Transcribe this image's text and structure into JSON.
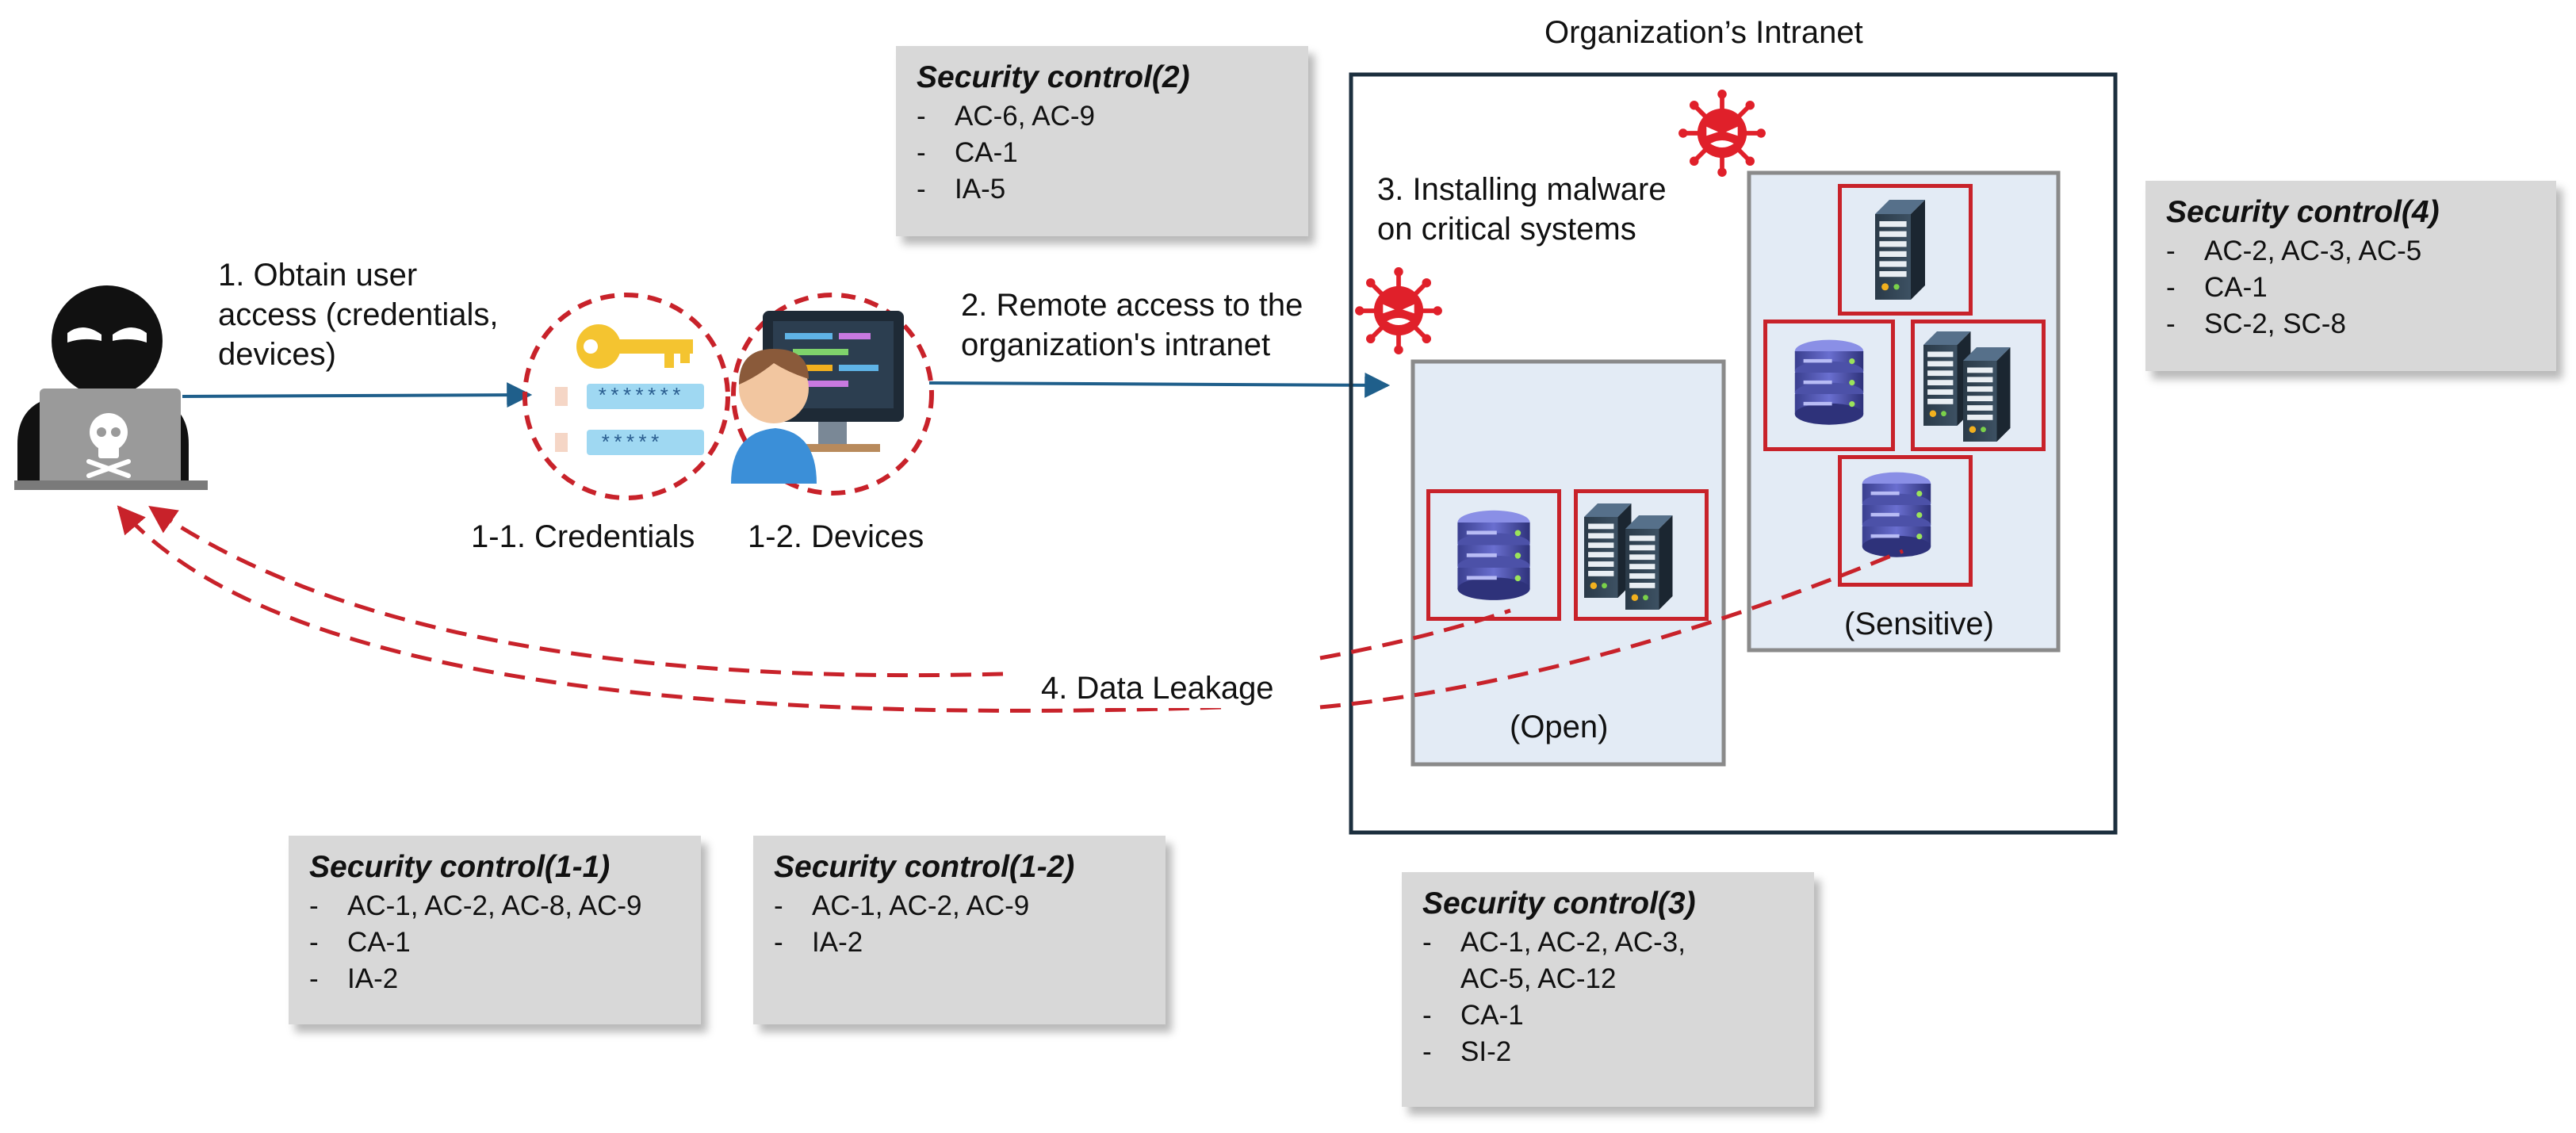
{
  "attacker": {
    "icon": "hacker-laptop-icon"
  },
  "steps": {
    "step1": "1. Obtain user\naccess (credentials,\ndevices)",
    "step1_1": "1-1. Credentials",
    "step1_2": "1-2. Devices",
    "step2": "2. Remote access to the\norganization's intranet",
    "step3": "3. Installing malware\non critical systems",
    "step4": "4. Data Leakage"
  },
  "intranet": {
    "title": "Organization’s Intranet",
    "open_label": "(Open)",
    "sensitive_label": "(Sensitive)"
  },
  "security_controls": {
    "sc2": {
      "title": "Security control(2)",
      "items": [
        "AC-6, AC-9",
        "CA-1",
        "IA-5"
      ]
    },
    "sc4": {
      "title": "Security control(4)",
      "items": [
        "AC-2, AC-3, AC-5",
        "CA-1",
        "SC-2, SC-8"
      ]
    },
    "sc1_1": {
      "title": "Security control(1-1)",
      "items": [
        "AC-1, AC-2, AC-8, AC-9",
        "CA-1",
        "IA-2"
      ]
    },
    "sc1_2": {
      "title": "Security control(1-2)",
      "items": [
        "AC-1, AC-2, AC-9",
        "IA-2"
      ]
    },
    "sc3": {
      "title": "Security control(3)",
      "items": [
        "AC-1, AC-2, AC-3,\nAC-5, AC-12",
        "CA-1",
        "SI-2"
      ]
    }
  },
  "colors": {
    "arrow_blue": "#1f5f8b",
    "leak_red": "#c8222a",
    "zone_fill": "#e3ebf5",
    "zone_border": "#8a8a8a",
    "intranet_border": "#1c2f3e",
    "control_box_fill": "#d8d8d8",
    "malware_red": "#e0202a"
  },
  "icons": [
    "hacker-laptop-icon",
    "key-icon",
    "password-field-icon",
    "user-at-computer-icon",
    "malware-virus-icon",
    "database-server-icon",
    "server-rack-icon"
  ]
}
